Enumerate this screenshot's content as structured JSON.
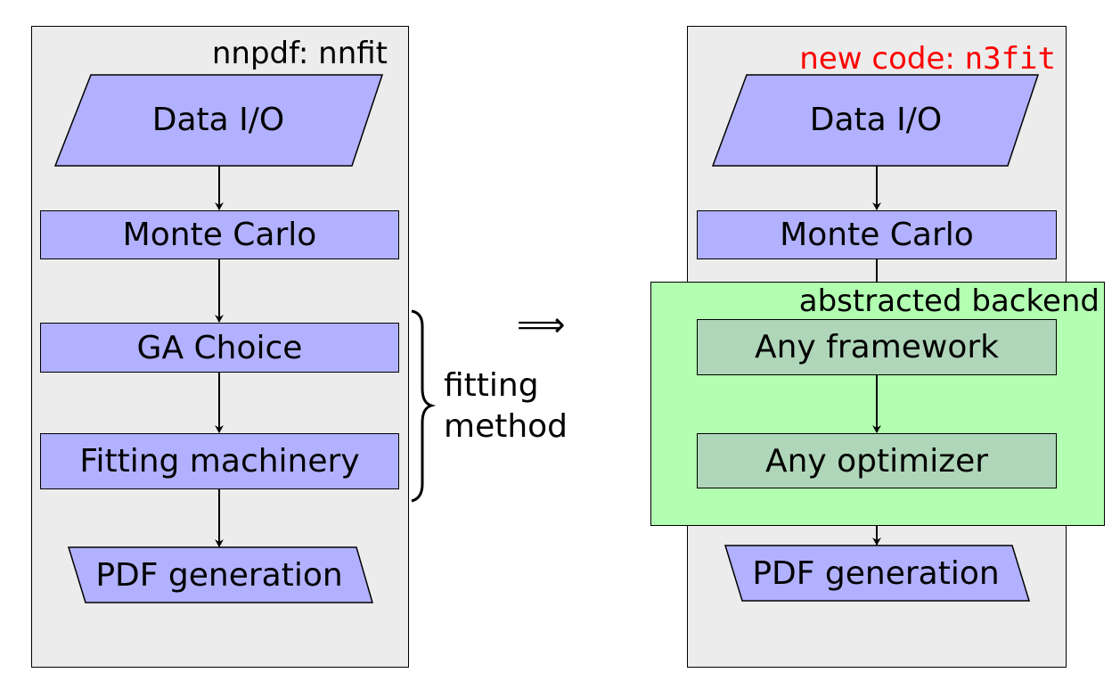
{
  "left": {
    "title": "nnpdf: nnfit",
    "nodes": [
      "Data I/O",
      "Monte Carlo",
      "GA Choice",
      "Fitting machinery",
      "PDF generation"
    ]
  },
  "bracket_label": {
    "line1": "fitting",
    "line2": "method"
  },
  "transition_symbol": "⟹",
  "right": {
    "title_text": "new code: ",
    "title_code": "n3fit",
    "title_color": "#ff0000",
    "backend_label": "abstracted backend",
    "nodes": [
      "Data I/O",
      "Monte Carlo",
      "Any framework",
      "Any optimizer",
      "PDF generation"
    ]
  },
  "colors": {
    "node": "#b1b1ff",
    "backend_area": "#b2ffb2",
    "backend_node": "#afd6b9",
    "panel": "#ececec"
  }
}
